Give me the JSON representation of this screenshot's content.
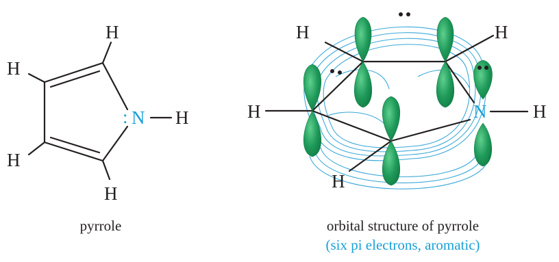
{
  "left_structure": {
    "labels": {
      "h_top": "H",
      "h_left_upper": "H",
      "h_left_lower": "H",
      "h_bottom": "H",
      "lone_pair": ":",
      "n": "N",
      "h_right": "H"
    },
    "caption": "pyrrole"
  },
  "right_structure": {
    "labels": {
      "h_top_left": "H",
      "h_top_right": "H",
      "h_left": "H",
      "n": "N",
      "h_right": "H",
      "h_bottom": "H"
    },
    "caption_line1": "orbital structure of pyrrole",
    "caption_line2": "(six pi electrons, aromatic)"
  },
  "colors": {
    "nitrogen": "#1aa0d8",
    "orbital_lobe": "#1f9a5a",
    "electron_cloud": "#3aa8d8",
    "bonds": "#231f20"
  }
}
